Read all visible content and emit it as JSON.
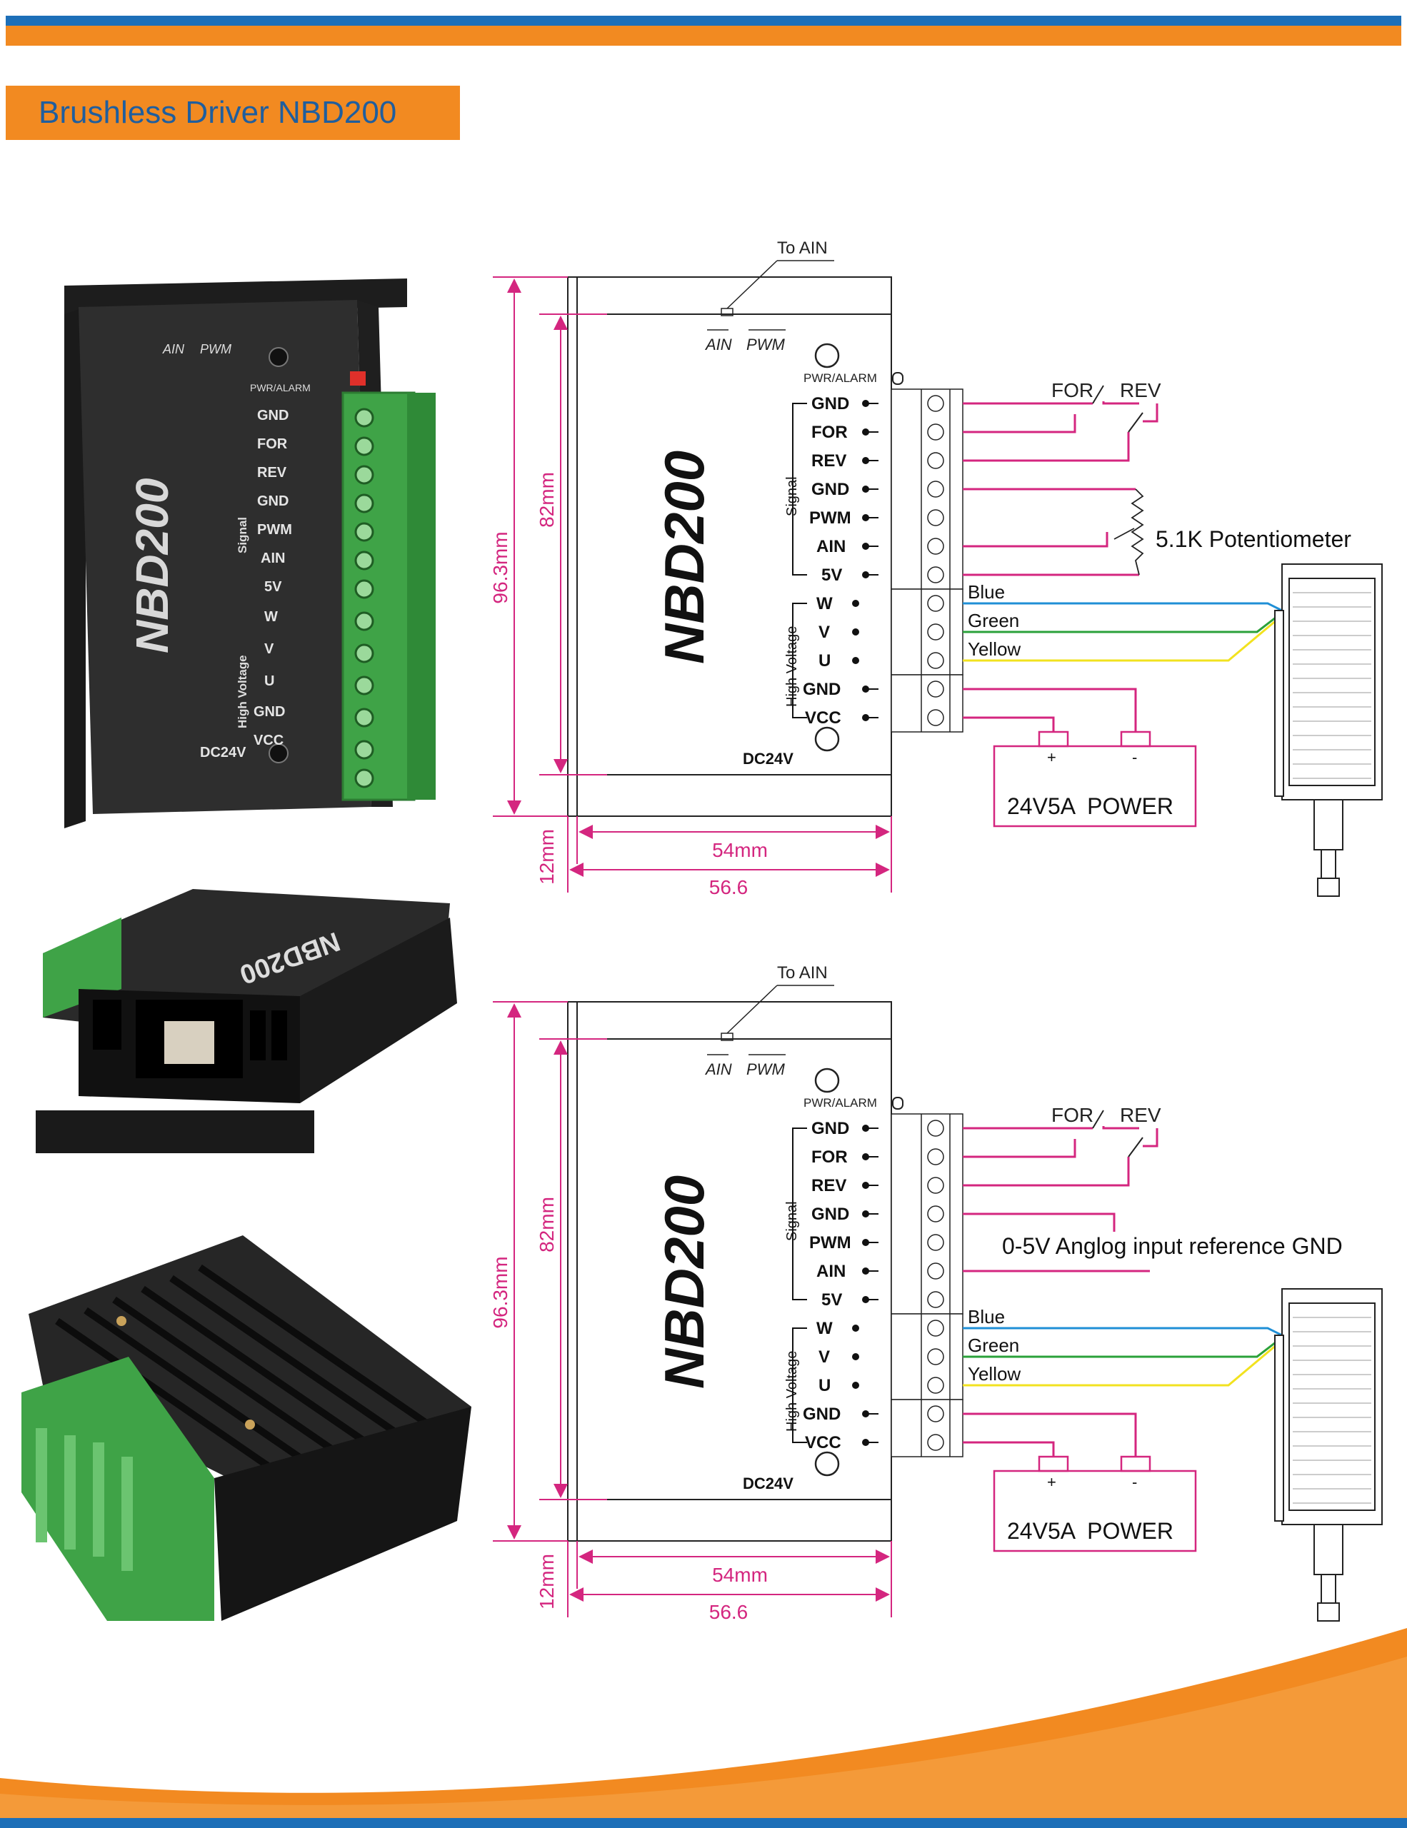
{
  "header": {
    "title": "Brushless Driver NBD200"
  },
  "colors": {
    "brand_orange": "#f28a21",
    "brand_blue": "#1d6fb8",
    "title_text": "#1f5e9e",
    "dimension_magenta": "#d4267f",
    "wire_magenta": "#d4267f",
    "wire_blue": "#1f8fd6",
    "wire_green": "#2aa13a",
    "wire_yellow": "#f2e21f",
    "terminal_green": "#3fa347",
    "driver_body": "#2b2b2b"
  },
  "photo": {
    "model_text": "NBD200",
    "ain": "AIN",
    "pwm": "PWM",
    "pwr_alarm": "PWR/ALARM",
    "signal_group": "Signal",
    "hv_group": "High Voltage",
    "dc": "DC24V",
    "pins": [
      "GND",
      "FOR",
      "REV",
      "GND",
      "PWM",
      "AIN",
      "5V",
      "W",
      "V",
      "U",
      "GND",
      "VCC"
    ]
  },
  "diagram_top": {
    "to_ain": "To AIN",
    "ain": "AIN",
    "pwm": "PWM",
    "pwr_alarm": "PWR/ALARM",
    "model": "NBD200",
    "signal_group": "Signal",
    "hv_group": "High Voltage",
    "dc": "DC24V",
    "pins": [
      "GND",
      "FOR",
      "REV",
      "GND",
      "PWM",
      "AIN",
      "5V",
      "W",
      "V",
      "U",
      "GND",
      "VCC"
    ],
    "dim_total_height": "96.3mm",
    "dim_inner_height": "82mm",
    "dim_base": "12mm",
    "dim_inner_width": "54mm",
    "dim_total_width": "56.6",
    "switch_for": "FOR",
    "switch_rev": "REV",
    "potentiometer": "5.1K Potentiometer",
    "wire_blue": "Blue",
    "wire_green": "Green",
    "wire_yellow": "Yellow",
    "power_plus": "+",
    "power_minus": "-",
    "power_label": "24V5A  POWER"
  },
  "diagram_bottom": {
    "to_ain": "To AIN",
    "ain": "AIN",
    "pwm": "PWM",
    "pwr_alarm": "PWR/ALARM",
    "model": "NBD200",
    "signal_group": "Signal",
    "hv_group": "High Voltage",
    "dc": "DC24V",
    "pins": [
      "GND",
      "FOR",
      "REV",
      "GND",
      "PWM",
      "AIN",
      "5V",
      "W",
      "V",
      "U",
      "GND",
      "VCC"
    ],
    "dim_total_height": "96.3mm",
    "dim_inner_height": "82mm",
    "dim_base": "12mm",
    "dim_inner_width": "54mm",
    "dim_total_width": "56.6",
    "switch_for": "FOR",
    "switch_rev": "REV",
    "analog_note": "0-5V Anglog input reference GND",
    "wire_blue": "Blue",
    "wire_green": "Green",
    "wire_yellow": "Yellow",
    "power_plus": "+",
    "power_minus": "-",
    "power_label": "24V5A  POWER"
  }
}
